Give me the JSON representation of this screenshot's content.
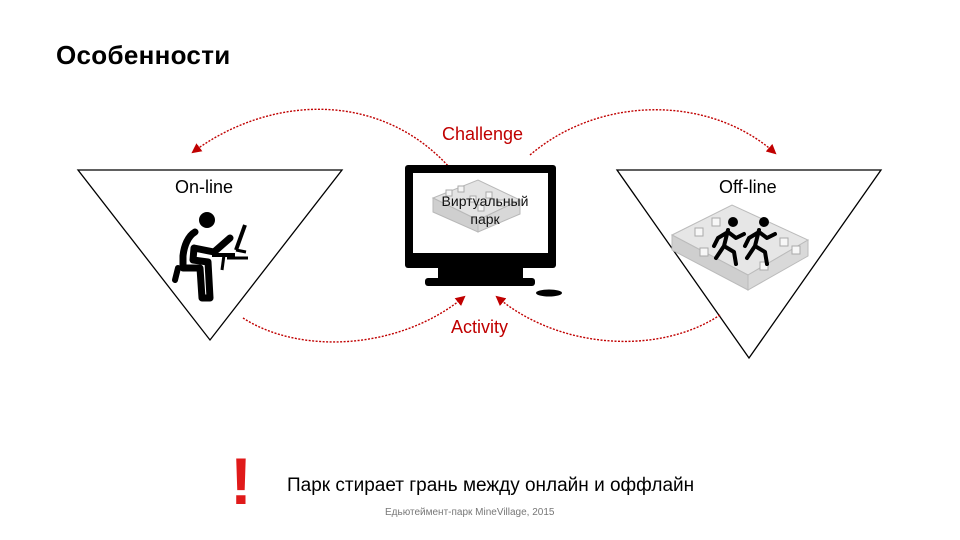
{
  "title": "Особенности",
  "labels": {
    "online": "On-line",
    "offline": "Off-line",
    "challenge": "Challenge",
    "activity": "Activity",
    "virtual_park": "Виртуальный парк"
  },
  "statement": "Парк стирает грань между онлайн и оффлайн",
  "exclamation": "!",
  "footer": "Едьютеймент-парк MineVillage, 2015",
  "colors": {
    "accent": "#c00000",
    "exclamation": "#e01a1a"
  }
}
